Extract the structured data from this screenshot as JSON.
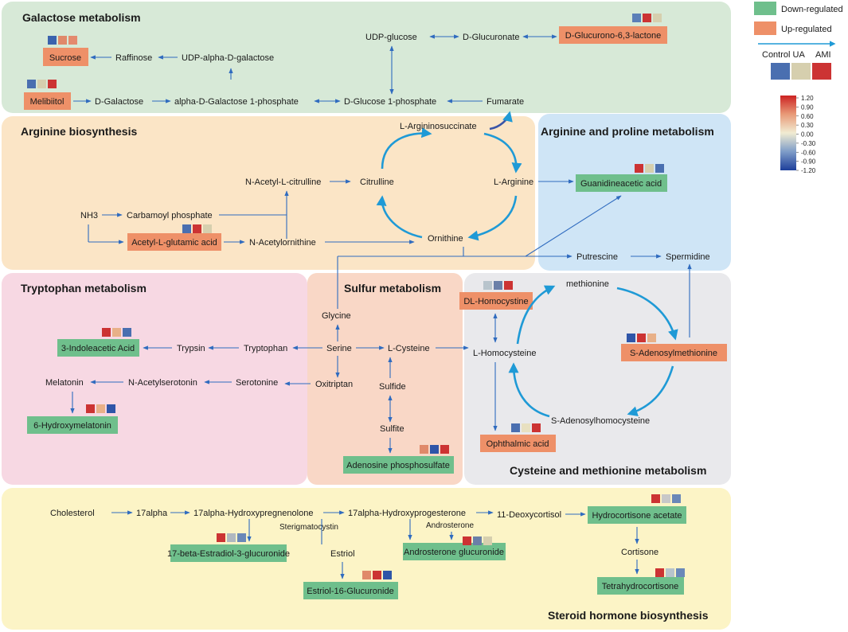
{
  "legend": {
    "down_label": "Down-regulated",
    "up_label": "Up-regulated",
    "group_label_left": "Control UA",
    "group_label_right": "AMI",
    "scale_ticks": [
      "1.20",
      "0.90",
      "0.60",
      "0.30",
      "0.00",
      "-0.30",
      "-0.60",
      "-0.90",
      "-1.20"
    ],
    "colors": {
      "down": "#6fbf8c",
      "up": "#ee9068",
      "control": "#4a6fb0",
      "ua": "#d6cfae",
      "ami": "#cc3333",
      "arrow": "#2f6bbf",
      "cycle": "#1f9ad6"
    }
  },
  "pathways": {
    "galactose": "Galactose metabolism",
    "arginine_bio": "Arginine biosynthesis",
    "arg_pro": "Arginine and proline metabolism",
    "tryptophan": "Tryptophan metabolism",
    "sulfur": "Sulfur metabolism",
    "cys_met": "Cysteine and methionine metabolism",
    "steroid": "Steroid hormone biosynthesis"
  },
  "boxed": {
    "sucrose": "Sucrose",
    "melibiitol": "Melibiitol",
    "glucurono": "D-Glucurono-6,3-lactone",
    "acetyl_glu": "Acetyl-L-glutamic acid",
    "guanidino": "Guanidineacetic acid",
    "indoleacetic": "3-Indoleacetic Acid",
    "hydroxymel": "6-Hydroxymelatonin",
    "adenosine_ps": "Adenosine phosphosulfate",
    "dl_homocystine": "DL-Homocystine",
    "sam": "S-Adenosylmethionine",
    "ophthalmic": "Ophthalmic acid",
    "hydrocortisone_ac": "Hydrocortisone acetate",
    "estradiol_gluc": "17-beta-Estradiol-3-glucuronide",
    "androsterone_gluc": "Androsterone glucuronide",
    "estriol_gluc": "Estriol-16-Glucuronide",
    "tetrahydrocortisone": "Tetrahydrocortisone"
  },
  "metabolites": {
    "raffinose": "Raffinose",
    "udp_gal": "UDP-alpha-D-galactose",
    "udp_glc": "UDP-glucose",
    "d_glucuronate": "D-Glucuronate",
    "d_galactose": "D-Galactose",
    "gal1p": "alpha-D-Galactose 1-phosphate",
    "glc1p": "D-Glucose 1-phosphate",
    "fumarate": "Fumarate",
    "argsucc": "L-Argininosuccinate",
    "citrulline": "Citrulline",
    "arginine": "L-Arginine",
    "ornithine": "Ornithine",
    "n_ac_citrulline": "N-Acetyl-L-citrulline",
    "nh3": "NH3",
    "carbamoyl": "Carbamoyl phosphate",
    "n_ac_ornithine": "N-Acetylornithine",
    "putrescine": "Putrescine",
    "spermidine": "Spermidine",
    "trypsin": "Trypsin",
    "tryptophan": "Tryptophan",
    "melatonin": "Melatonin",
    "n_ac_serotonin": "N-Acetylserotonin",
    "serotonin": "Serotonine",
    "glycine": "Glycine",
    "serine": "Serine",
    "l_cysteine": "L-Cysteine",
    "oxitriptan": "Oxitriptan",
    "sulfide": "Sulfide",
    "sulfite": "Sulfite",
    "methionine": "methionine",
    "l_homocysteine": "L-Homocysteine",
    "sah": "S-Adenosylhomocysteine",
    "cholesterol": "Cholesterol",
    "alpha17": "17alpha",
    "hydroxypregnenolone": "17alpha-Hydroxypregnenolone",
    "hydroxyprogesterone": "17alpha-Hydroxyprogesterone",
    "deoxycortisol": "11-Deoxycortisol",
    "sterigmatocystin": "Sterigmatocystin",
    "androsterone": "Androsterone",
    "estriol": "Estriol",
    "cortisone": "Cortisone"
  },
  "heatmaps": {
    "sucrose": [
      "#3b63ad",
      "#e0896a",
      "#e48a6e"
    ],
    "melibiitol": [
      "#4a6fb0",
      "#d6cfae",
      "#cc3333"
    ],
    "glucurono": [
      "#5b7fb8",
      "#cc3333",
      "#d6cfae"
    ],
    "acetyl_glu": [
      "#4a6fb0",
      "#cc3333",
      "#d6cfae"
    ],
    "guanidino": [
      "#cc3333",
      "#d6cfae",
      "#4a6fb0"
    ],
    "indoleacetic": [
      "#cc3333",
      "#e8b088",
      "#4a6fb0"
    ],
    "hydroxymel": [
      "#cc3333",
      "#e8b088",
      "#2f55a8"
    ],
    "adenosine_ps": [
      "#e0896a",
      "#2f55a8",
      "#cc3333"
    ],
    "dl_homocystine": [
      "#b8c4cc",
      "#6a7fa8",
      "#cc3333"
    ],
    "sam": [
      "#2f55a8",
      "#cc3333",
      "#e8b088"
    ],
    "ophthalmic": [
      "#4a6fb0",
      "#e8e0c0",
      "#cc3333"
    ],
    "hydrocortisone_ac": [
      "#cc3333",
      "#c8c8c8",
      "#6a88b8"
    ],
    "estradiol_gluc": [
      "#cc3333",
      "#b0b8c0",
      "#6a88b8"
    ],
    "androsterone_gluc": [
      "#cc3333",
      "#6a7fa8",
      "#d6cfae"
    ],
    "estriol_gluc": [
      "#e0896a",
      "#cc3333",
      "#2f55a8"
    ],
    "tetrahydrocortisone": [
      "#cc3333",
      "#b8c4cc",
      "#6a88b8"
    ]
  }
}
